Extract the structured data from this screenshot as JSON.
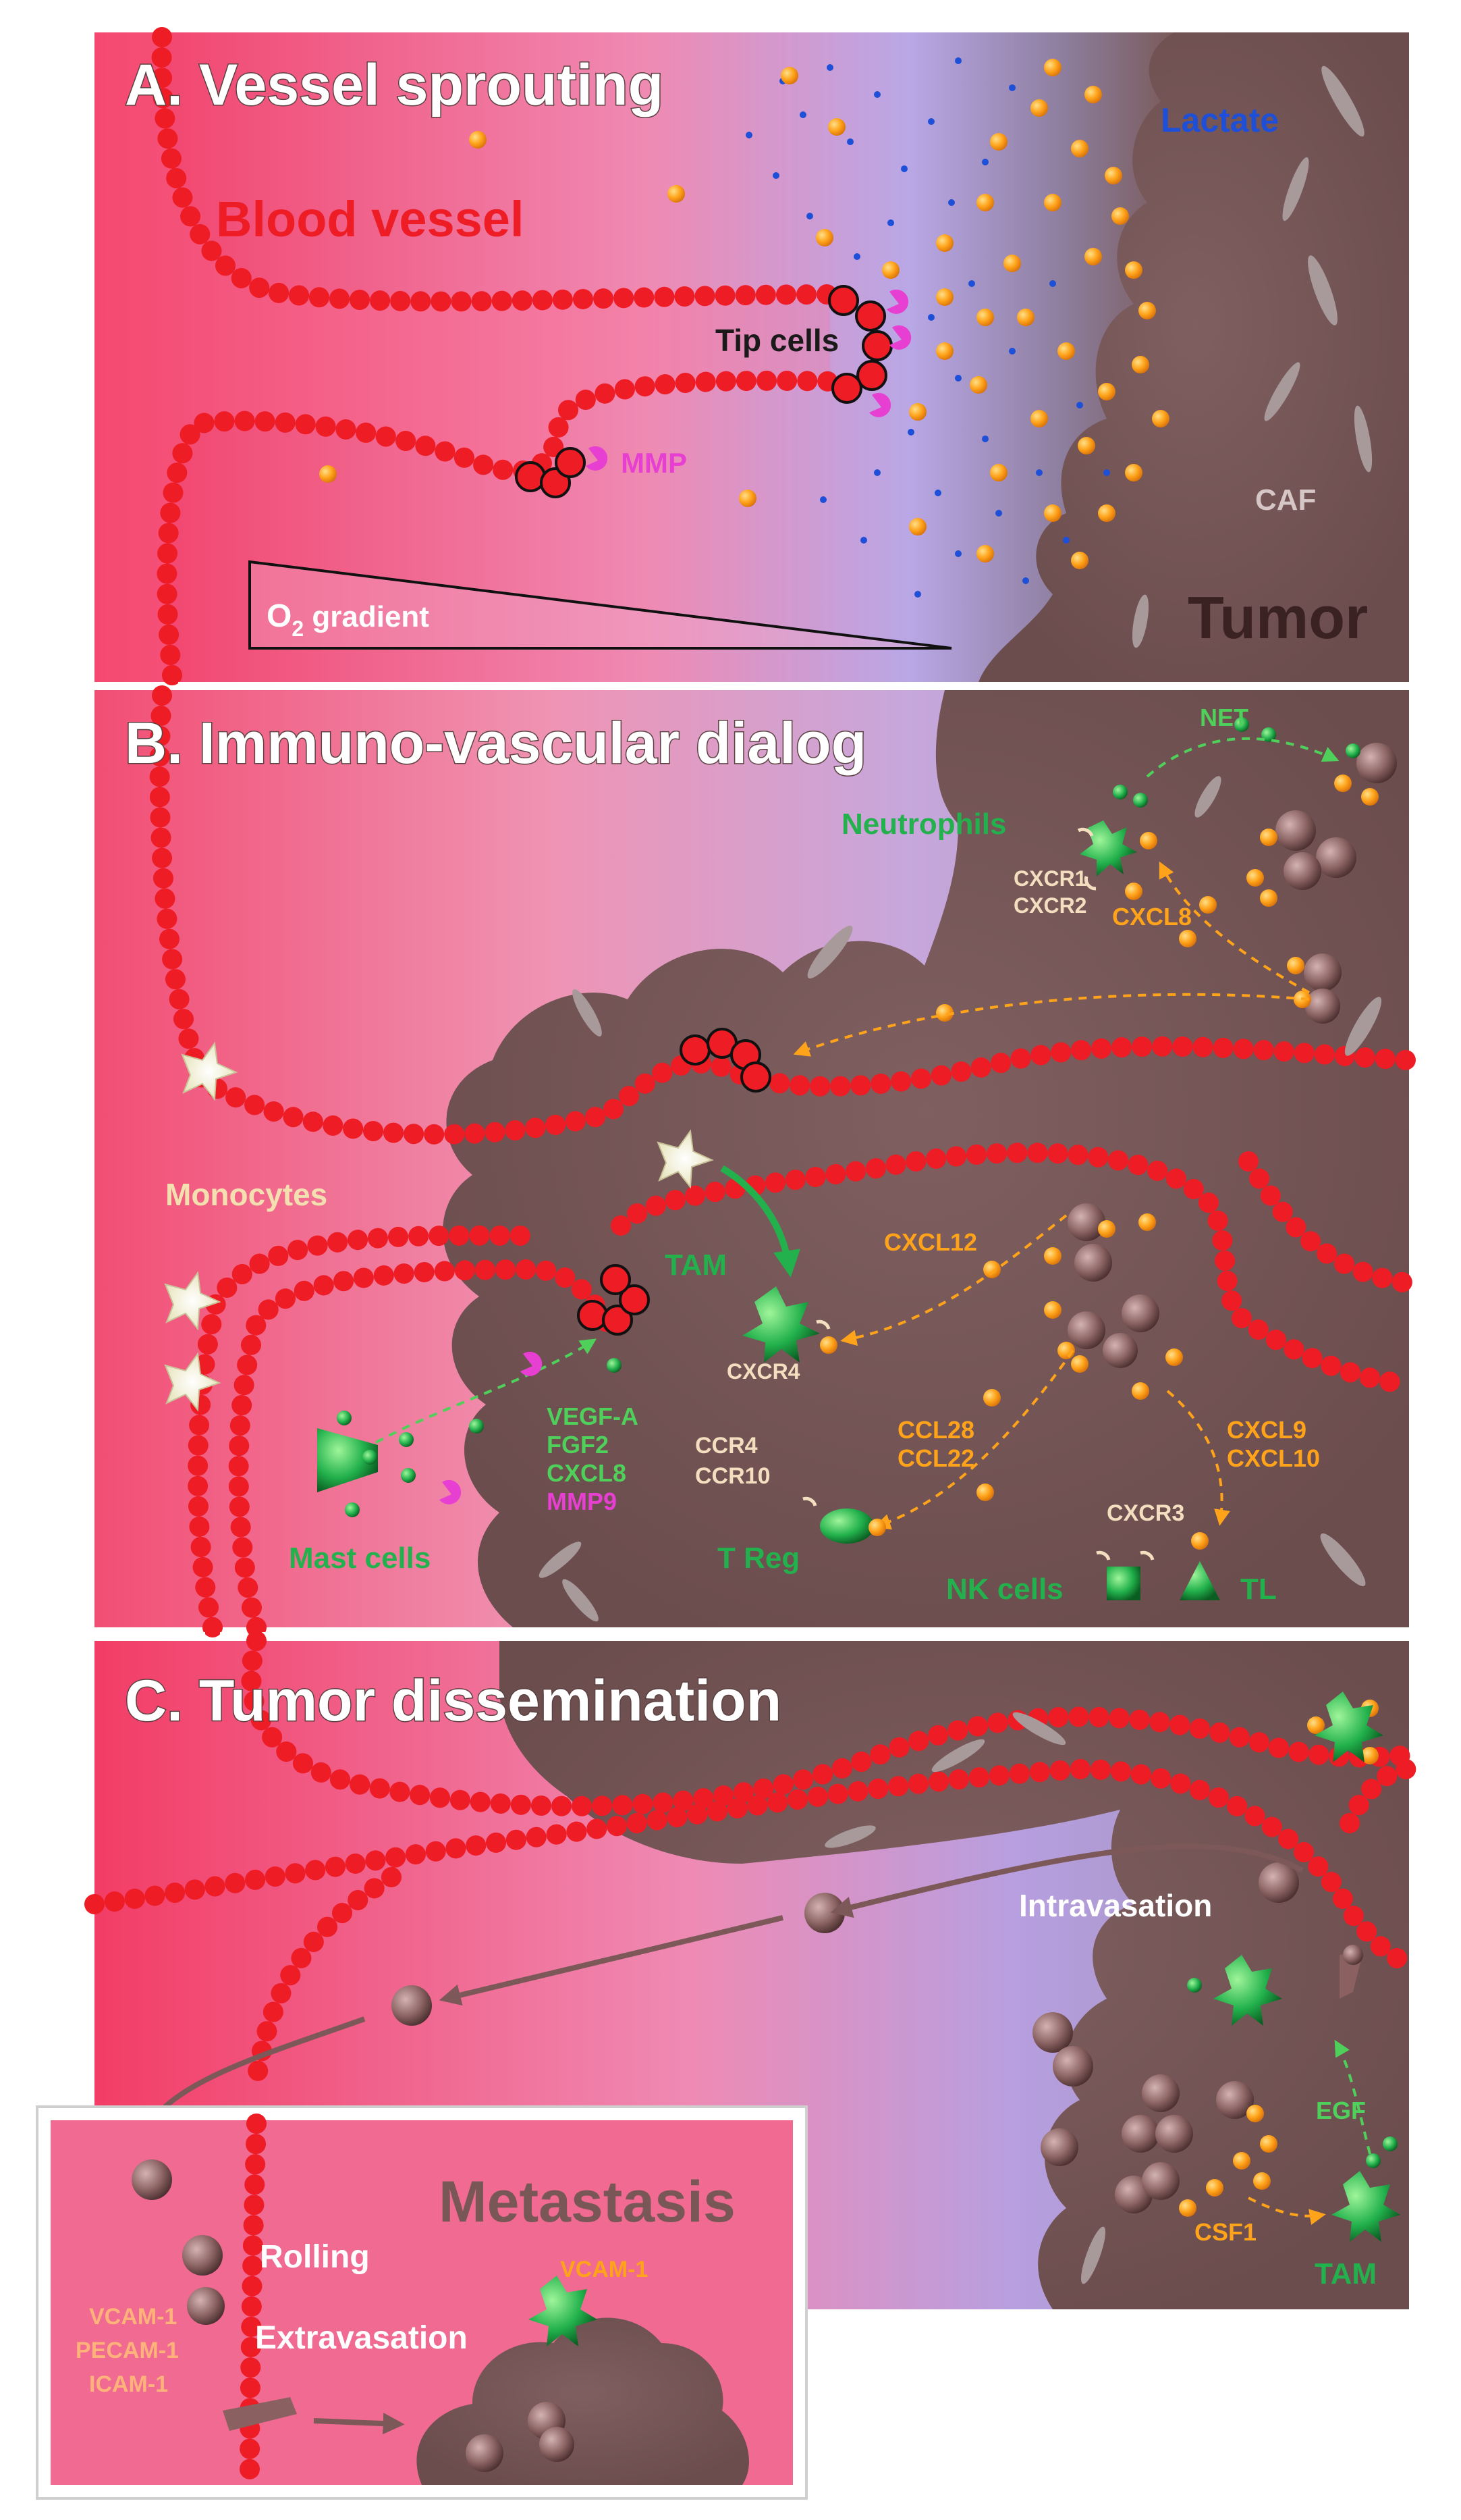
{
  "panels": {
    "a_title": "A. Vessel sprouting",
    "b_title": "B. Immuno-vascular dialog",
    "c_title": "C. Tumor dissemination"
  },
  "panel_a": {
    "blood_vessel": "Blood vessel",
    "lactate": "Lactate",
    "tip_cells": "Tip cells",
    "mmp": "MMP",
    "caf": "CAF",
    "tumor": "Tumor",
    "o2_main": "O",
    "o2_sub": "2",
    "o2_rest": " gradient"
  },
  "panel_b": {
    "net": "NET",
    "neutrophils": "Neutrophils",
    "cxcr1": "CXCR1",
    "cxcr2": "CXCR2",
    "cxcl8": "CXCL8",
    "monocytes": "Monocytes",
    "tam": "TAM",
    "cxcl12": "CXCL12",
    "cxcr4": "CXCR4",
    "vegf_a": "VEGF-A",
    "fgf2": "FGF2",
    "cxcl8_b": "CXCL8",
    "mmp9": "MMP9",
    "mast_cells": "Mast cells",
    "ccr4": "CCR4",
    "ccr10": "CCR10",
    "ccl28": "CCL28",
    "ccl22": "CCL22",
    "t_reg": "T Reg",
    "cxcl9": "CXCL9",
    "cxcl10": "CXCL10",
    "cxcr3": "CXCR3",
    "nk_cells": "NK cells",
    "tl": "TL"
  },
  "panel_c": {
    "intravasation": "Intravasation",
    "egf": "EGF",
    "csf1": "CSF1",
    "tam": "TAM",
    "metastasis": "Metastasis",
    "rolling": "Rolling",
    "extravasation": "Extravasation",
    "vcam1_top": "VCAM-1",
    "vcam1": "VCAM-1",
    "pecam1": "PECAM-1",
    "icam1": "ICAM-1"
  },
  "colors": {
    "vessel_red": "#ee1c25",
    "tissue_pink": "#f0587e",
    "tumor_brown": "#7d5c5c",
    "lactate_blue": "#1d4fd8",
    "chemokine_orange": "#ffa31a",
    "immune_green": "#22b14c",
    "mmp_magenta": "#e83fd3"
  }
}
